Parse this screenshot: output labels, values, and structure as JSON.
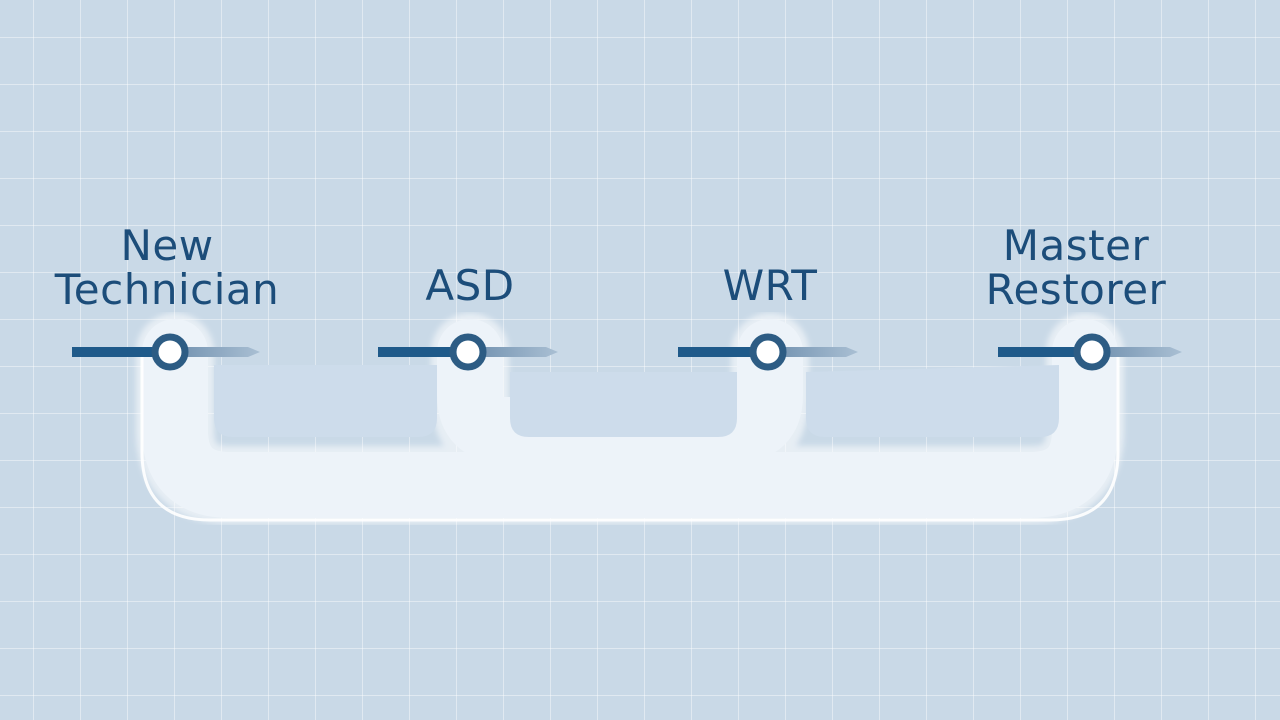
{
  "diagram": {
    "stages": [
      {
        "id": "new-technician",
        "label": "New\nTechnician"
      },
      {
        "id": "asd",
        "label": "ASD"
      },
      {
        "id": "wrt",
        "label": "WRT"
      },
      {
        "id": "master-restorer",
        "label": "Master\nRestorer"
      }
    ]
  },
  "colors": {
    "background": "#c9d9e7",
    "label_text": "#1c4d7a",
    "track_dark": "#1f5a8a",
    "track_light": "#8fa9c2",
    "node_ring": "#2d5c84",
    "node_fill": "#ffffff",
    "connector": "#ecf2f8"
  }
}
